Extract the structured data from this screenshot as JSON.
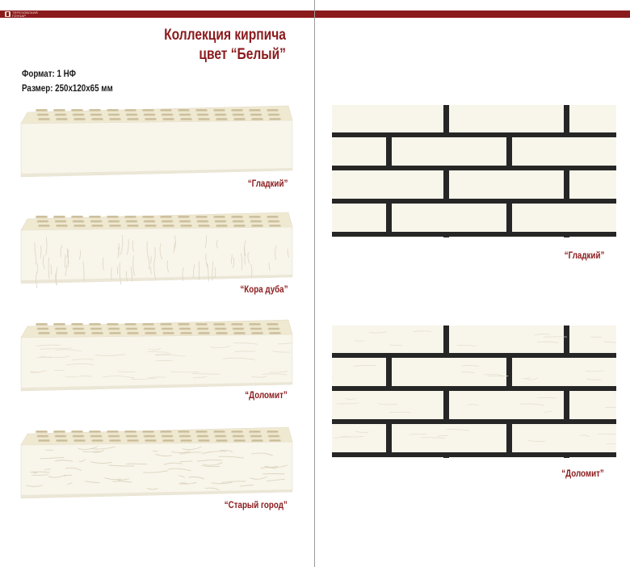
{
  "header": {
    "logo_text": "ТЕРЕХОВСКИЙ ГОНЧАР",
    "accent_color": "#8b1a1c"
  },
  "title": {
    "line1": "Коллекция кирпича",
    "line2": "цвет “Белый”"
  },
  "specs": {
    "format": "Формат: 1 НФ",
    "size": "Размер: 250х120х65 мм"
  },
  "bricks": [
    {
      "label": "“Гладкий”",
      "texture": "smooth"
    },
    {
      "label": "“Кора дуба”",
      "texture": "oak-bark"
    },
    {
      "label": "“Доломит”",
      "texture": "dolomite"
    },
    {
      "label": "“Старый город”",
      "texture": "old-town"
    }
  ],
  "walls": [
    {
      "label": "“Гладкий”",
      "texture": "smooth"
    },
    {
      "label": "“Доломит”",
      "texture": "dolomite"
    }
  ],
  "colors": {
    "brick_face": "#f8f5ea",
    "brick_top": "#f0e9d2",
    "mortar": "#262626"
  }
}
